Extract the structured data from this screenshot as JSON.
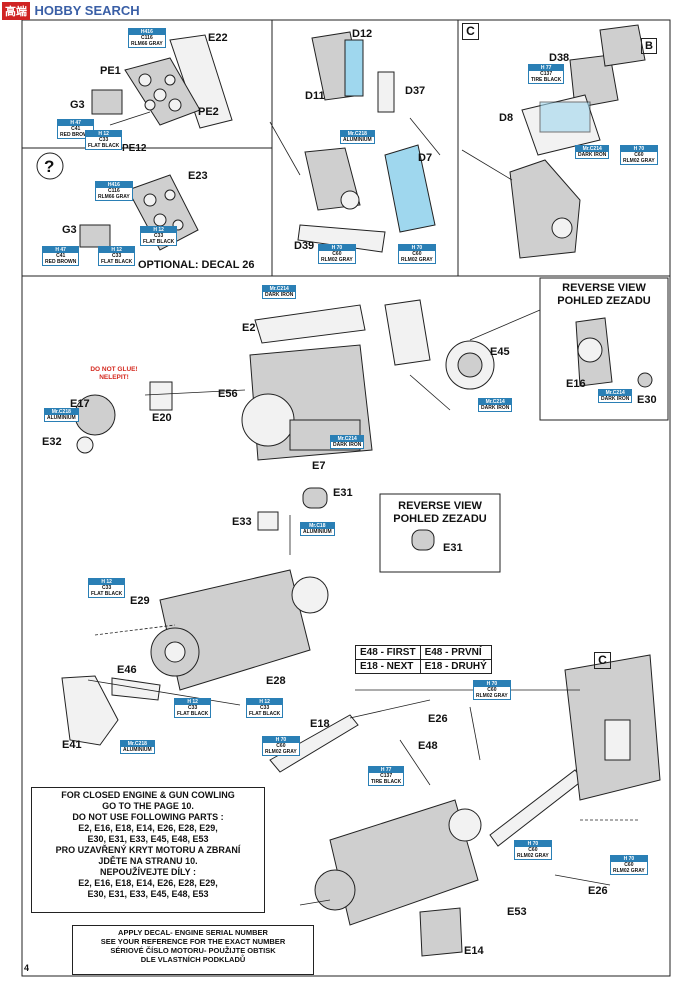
{
  "watermark": {
    "site": "HOBBY SEARCH",
    "logo_text": "高端"
  },
  "page_number": "4",
  "section_letter": "C",
  "section_letter_b": "B",
  "panel_tl": {
    "parts": [
      "E22",
      "PE1",
      "G3",
      "PE2",
      "PE12"
    ],
    "chips": [
      {
        "code": "H416",
        "sub": "C116",
        "name": "RLM66 GRAY"
      },
      {
        "code": "H 47",
        "sub": "C41",
        "name": "RED BROWN"
      },
      {
        "code": "H 12",
        "sub": "C33",
        "name": "FLAT BLACK"
      }
    ]
  },
  "panel_ml": {
    "question": "?",
    "parts": [
      "E23",
      "G3"
    ],
    "chips": [
      {
        "code": "H416",
        "sub": "C116",
        "name": "RLM66 GRAY"
      },
      {
        "code": "H 47",
        "sub": "C41",
        "name": "RED BROWN"
      },
      {
        "code": "H 12",
        "sub": "C33",
        "name": "FLAT BLACK"
      },
      {
        "code": "H 12",
        "sub": "C33",
        "name": "FLAT BLACK"
      }
    ],
    "optional": "OPTIONAL: DECAL 26"
  },
  "panel_mid": {
    "parts": [
      "D12",
      "D11",
      "D37",
      "D7",
      "D39"
    ],
    "chips": [
      {
        "code": "Mr.C218",
        "sub": "",
        "name": "ALUMINIUM"
      },
      {
        "code": "H 70",
        "sub": "C60",
        "name": "RLM02 GRAY"
      },
      {
        "code": "H 70",
        "sub": "C60",
        "name": "RLM02 GRAY"
      }
    ]
  },
  "panel_tr": {
    "parts": [
      "D38",
      "D8"
    ],
    "chips": [
      {
        "code": "H 77",
        "sub": "C137",
        "name": "TIRE BLACK"
      },
      {
        "code": "Mr.C214",
        "sub": "",
        "name": "DARK IRON"
      },
      {
        "code": "H 70",
        "sub": "C60",
        "name": "RLM02 GRAY"
      }
    ]
  },
  "engine_top": {
    "parts": [
      "E2",
      "E56",
      "E17",
      "E20",
      "E32",
      "E7",
      "E45"
    ],
    "do_not_glue": [
      "DO NOT GLUE!",
      "NELEPIT!"
    ],
    "chips": [
      {
        "code": "Mr.C214",
        "sub": "",
        "name": "DARK IRON"
      },
      {
        "code": "Mr.C218",
        "sub": "",
        "name": "ALUMINIUM"
      },
      {
        "code": "Mr.C214",
        "sub": "",
        "name": "DARK IRON"
      },
      {
        "code": "Mr.C214",
        "sub": "",
        "name": "DARK IRON"
      }
    ],
    "reverse": {
      "title": "REVERSE VIEW",
      "subtitle": "POHLED ZEZADU",
      "parts": [
        "E16",
        "E30"
      ],
      "chip": {
        "code": "Mr.C214",
        "sub": "",
        "name": "DARK IRON"
      }
    }
  },
  "engine_mid": {
    "parts": [
      "E31",
      "E33",
      "E29",
      "E46",
      "E28",
      "E41"
    ],
    "chips": [
      {
        "code": "Mr.C18",
        "sub": "",
        "name": "ALUMINIUM"
      },
      {
        "code": "H 12",
        "sub": "C33",
        "name": "FLAT BLACK"
      },
      {
        "code": "H 12",
        "sub": "C33",
        "name": "FLAT BLACK"
      },
      {
        "code": "H 12",
        "sub": "C33",
        "name": "FLAT BLACK"
      },
      {
        "code": "Mr.C218",
        "sub": "",
        "name": "ALUMINIUM"
      }
    ],
    "reverse": {
      "title": "REVERSE VIEW",
      "subtitle": "POHLED ZEZADU",
      "part": "E31"
    }
  },
  "sequence_box": {
    "rows": [
      [
        "E48 - FIRST",
        "E48 - PRVNÍ"
      ],
      [
        "E18 - NEXT",
        "E18 - DRUHÝ"
      ]
    ]
  },
  "engine_bottom": {
    "parts": [
      "E18",
      "E26",
      "E48",
      "E53",
      "E26",
      "E14"
    ],
    "chips": [
      {
        "code": "H 70",
        "sub": "C60",
        "name": "RLM02 GRAY"
      },
      {
        "code": "H 70",
        "sub": "C60",
        "name": "RLM02 GRAY"
      },
      {
        "code": "H 77",
        "sub": "C137",
        "name": "TIRE BLACK"
      },
      {
        "code": "H 70",
        "sub": "C60",
        "name": "RLM02 GRAY"
      },
      {
        "code": "H 70",
        "sub": "C60",
        "name": "RLM02 GRAY"
      }
    ]
  },
  "cowling_note": {
    "lines": [
      "FOR CLOSED ENGINE & GUN COWLING",
      "GO TO THE PAGE 10.",
      "DO NOT USE FOLLOWING PARTS :",
      "E2, E16, E18, E14, E26, E28, E29,",
      "E30, E31, E33, E45, E48, E53",
      "PRO UZAVŘENÝ KRYT MOTORU A ZBRANÍ",
      "JDĚTE NA STRANU 10.",
      "NEPOUŽÍVEJTE DÍLY :",
      "E2, E16, E18, E14, E26, E28, E29,",
      "E30, E31, E33, E45, E48, E53"
    ]
  },
  "decal_note": {
    "lines": [
      "APPLY DECAL- ENGINE SERIAL NUMBER",
      "SEE YOUR REFERENCE FOR THE EXACT NUMBER",
      "SÉRIOVÉ ČÍSLO MOTORU- POUŽIJTE OBTISK",
      "DLE VLASTNÍCH PODKLADŮ"
    ]
  }
}
